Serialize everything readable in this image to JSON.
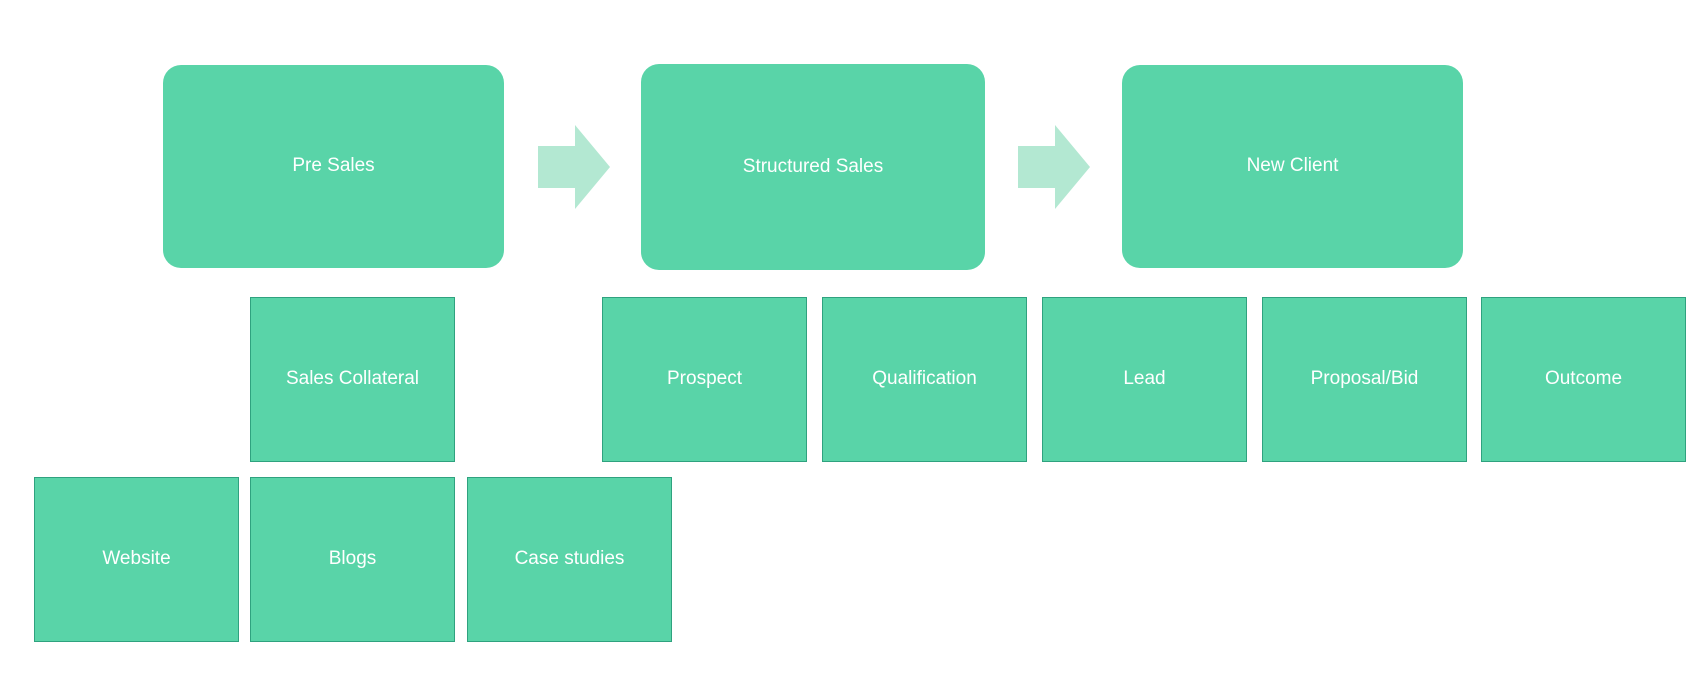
{
  "colors": {
    "box_fill": "#59d4a8",
    "box_border": "#2fa27f",
    "arrow_fill": "#b3e8d2",
    "text": "#ffffff",
    "background": "#ffffff"
  },
  "stages": [
    {
      "label": "Pre Sales"
    },
    {
      "label": "Structured Sales"
    },
    {
      "label": "New Client"
    }
  ],
  "sales_collateral": {
    "label": "Sales Collateral",
    "children": [
      {
        "label": "Website"
      },
      {
        "label": "Blogs"
      },
      {
        "label": "Case studies"
      }
    ]
  },
  "structured_steps": [
    {
      "label": "Prospect"
    },
    {
      "label": "Qualification"
    },
    {
      "label": "Lead"
    },
    {
      "label": "Proposal/Bid"
    },
    {
      "label": "Outcome"
    }
  ],
  "arrows": [
    {
      "icon": "right-arrow-icon"
    },
    {
      "icon": "right-arrow-icon"
    }
  ]
}
